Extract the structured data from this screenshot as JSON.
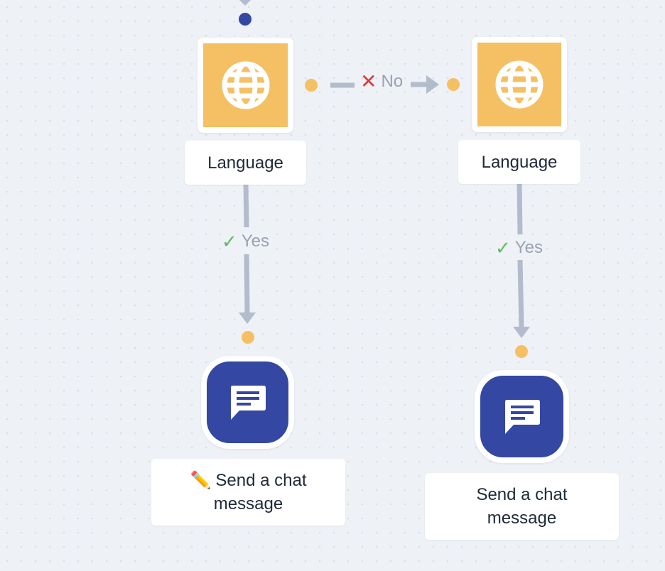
{
  "canvas": {
    "nodes": [
      {
        "id": "language-1",
        "type": "language",
        "label": "Language",
        "icon": "globe-icon",
        "color": "#f4c063"
      },
      {
        "id": "language-2",
        "type": "language",
        "label": "Language",
        "icon": "globe-icon",
        "color": "#f4c063"
      },
      {
        "id": "chat-1",
        "type": "send-chat-message",
        "label_emoji": "✏️",
        "label": "Send a chat message",
        "icon": "chat-message-icon",
        "color": "#3447a3"
      },
      {
        "id": "chat-2",
        "type": "send-chat-message",
        "label": "Send a chat message",
        "icon": "chat-message-icon",
        "color": "#3447a3"
      }
    ],
    "edges": [
      {
        "from": "language-1",
        "to": "language-2",
        "label": "No",
        "marker": "cross-icon"
      },
      {
        "from": "language-1",
        "to": "chat-1",
        "label": "Yes",
        "marker": "check-icon"
      },
      {
        "from": "language-2",
        "to": "chat-2",
        "label": "Yes",
        "marker": "check-icon"
      }
    ],
    "colors": {
      "background": "#eef1f6",
      "connector": "#b3bccc",
      "handle": "#f4c063",
      "handle_incoming": "#3447a3",
      "yes": "#5cbf5c",
      "no": "#e0383b"
    }
  }
}
